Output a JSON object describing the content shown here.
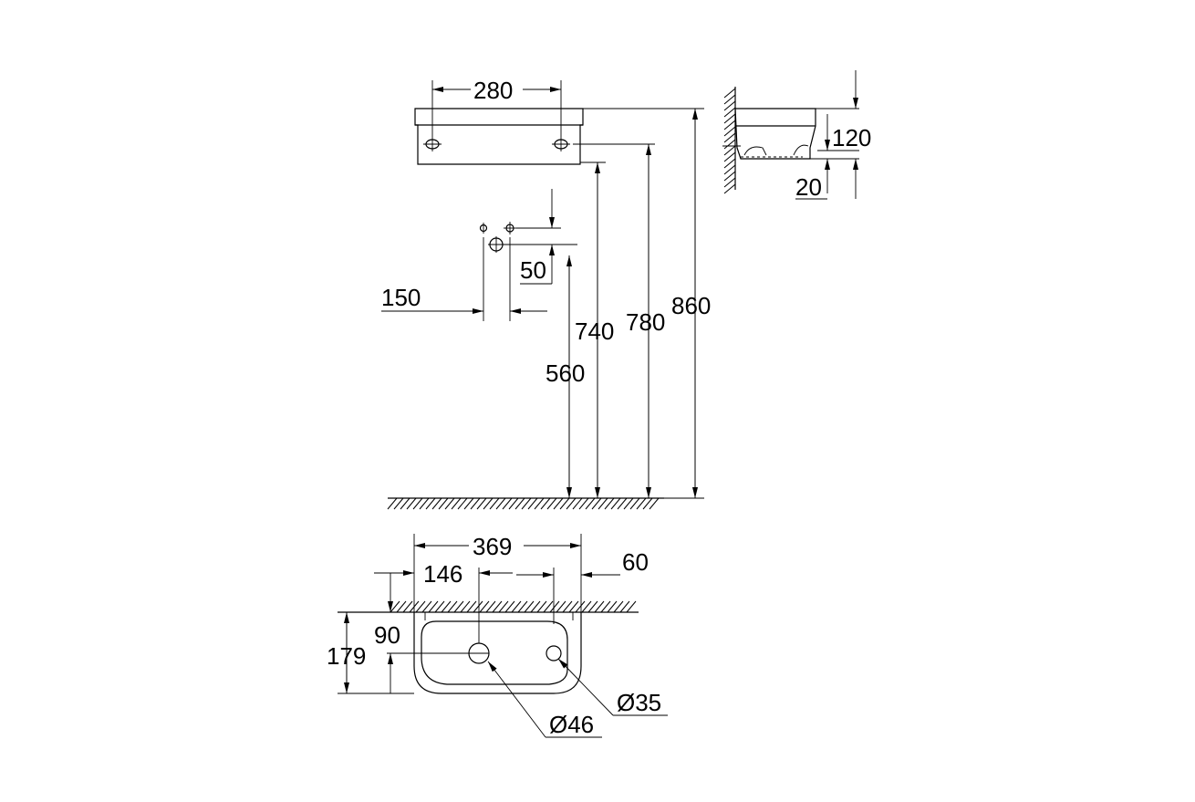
{
  "drawing": {
    "front_view": {
      "width": "280",
      "h_outlet": "560",
      "h_top_tap": "740",
      "h_fixing": "780",
      "h_total": "860",
      "outlet_offset": "150",
      "outlet_vertical": "50"
    },
    "side_view": {
      "depth_dim": "120",
      "rim_dim": "20"
    },
    "top_view": {
      "overall_width": "369",
      "tap_offset": "146",
      "side_offset": "60",
      "wall_to_hole": "90",
      "projection": "179",
      "waste_diameter": "Ø46",
      "tap_diameter": "Ø35"
    }
  }
}
